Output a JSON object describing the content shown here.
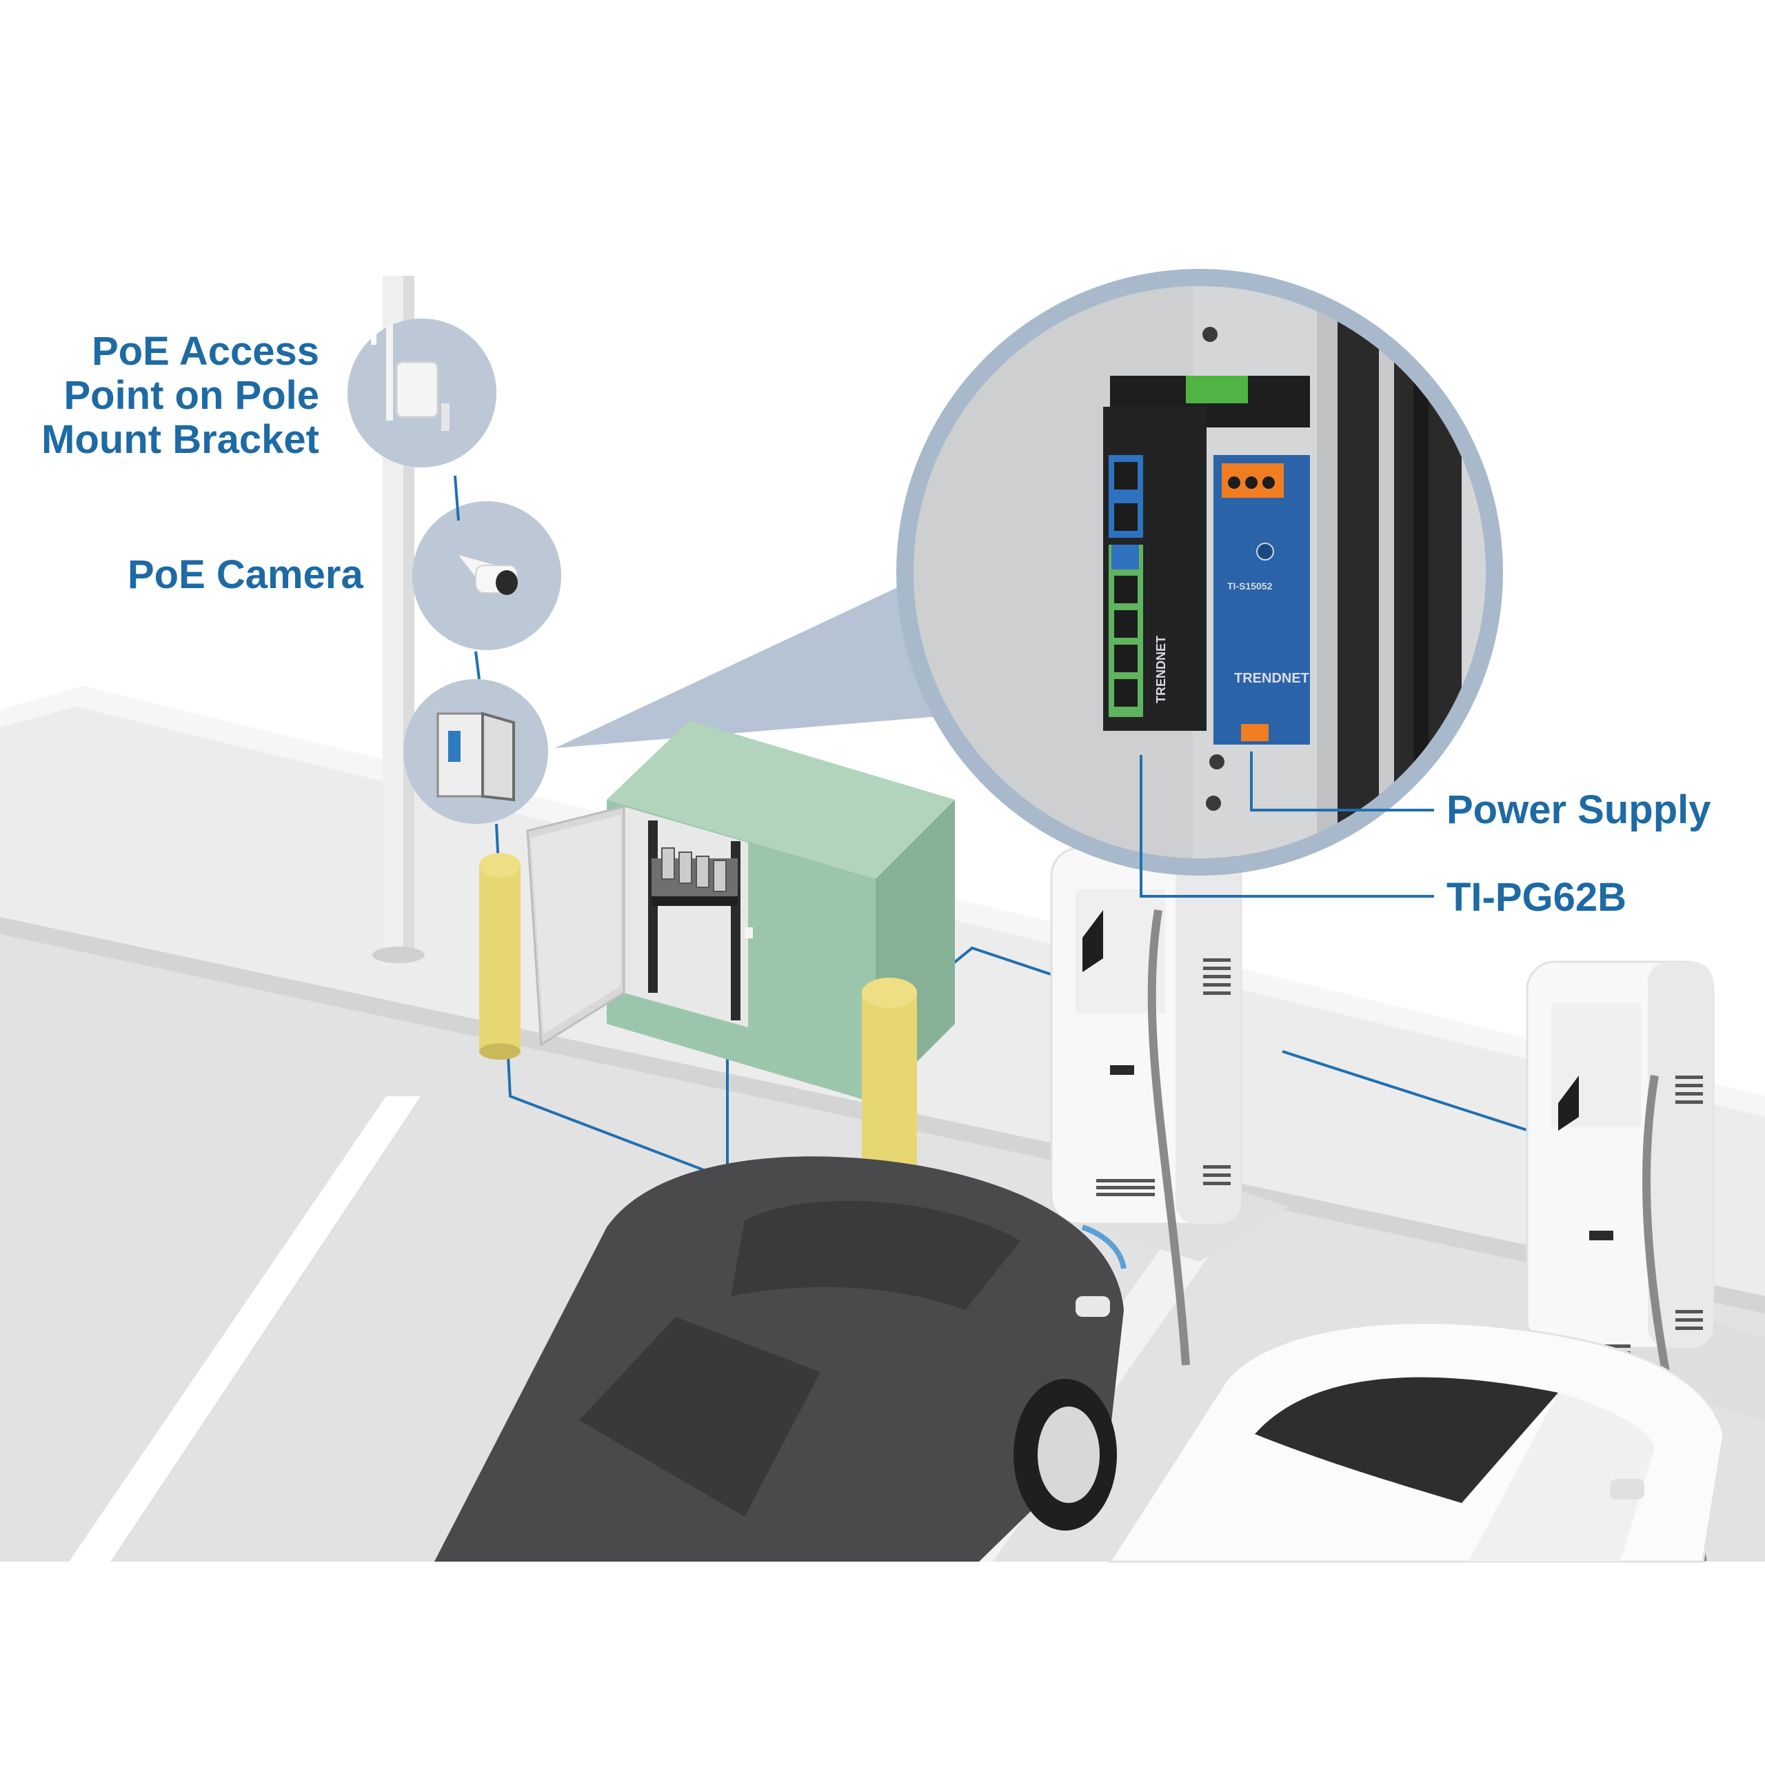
{
  "labels": {
    "ap_line1": "PoE Access",
    "ap_line2": "Point on Pole",
    "ap_line3": "Mount Bracket",
    "camera": "PoE Camera",
    "power_supply": "Power Supply",
    "switch_model": "TI-PG62B"
  },
  "device_text": {
    "switch_brand": "TRENDNET",
    "psu_brand": "TRENDNET",
    "psu_model": "TI-S15052"
  },
  "colors": {
    "label_blue": "#1d6aa5",
    "callout_ring": "#a9b9cc",
    "cabinet_green": "#8fb9a0",
    "bollard_yellow": "#e7d772",
    "car_dark": "#4a4a4c",
    "ground": "#e4e4e4",
    "curb": "#efefef"
  }
}
